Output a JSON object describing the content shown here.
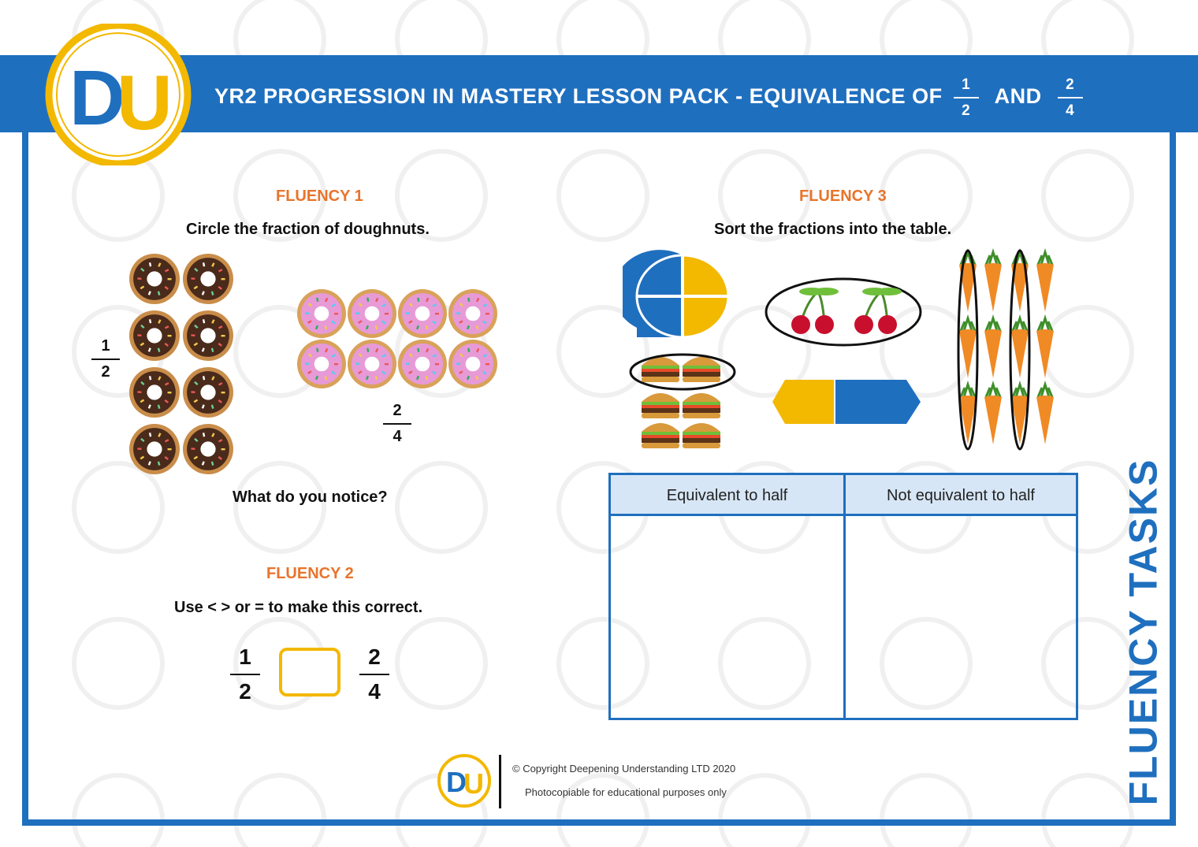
{
  "header": {
    "title_prefix": "YR2 PROGRESSION IN MASTERY LESSON PACK - EQUIVALENCE OF",
    "frac_a": {
      "num": "1",
      "den": "2"
    },
    "title_and": "AND",
    "frac_b": {
      "num": "2",
      "den": "4"
    }
  },
  "logo": {
    "letters_d": "D",
    "letters_u": "U"
  },
  "fluency1": {
    "heading": "FLUENCY 1",
    "instruction": "Circle the fraction of doughnuts.",
    "chocolate_label": {
      "num": "1",
      "den": "2"
    },
    "pink_label": {
      "num": "2",
      "den": "4"
    },
    "question": "What do you notice?"
  },
  "fluency2": {
    "heading": "FLUENCY 2",
    "instruction": "Use < > or = to make this correct.",
    "left": {
      "num": "1",
      "den": "2"
    },
    "right": {
      "num": "2",
      "den": "4"
    }
  },
  "fluency3": {
    "heading": "FLUENCY 3",
    "instruction": "Sort the fractions into the table.",
    "table": {
      "columns": [
        "Equivalent to half",
        "Not equivalent to half"
      ]
    }
  },
  "side_label": "FLUENCY TASKS",
  "footer": {
    "copyright": "© Copyright Deepening Understanding LTD 2020",
    "note": "Photocopiable for educational purposes only"
  },
  "colors": {
    "brand_blue": "#1f6fbf",
    "accent_yellow": "#f3b800",
    "heading_orange": "#e8742c"
  }
}
